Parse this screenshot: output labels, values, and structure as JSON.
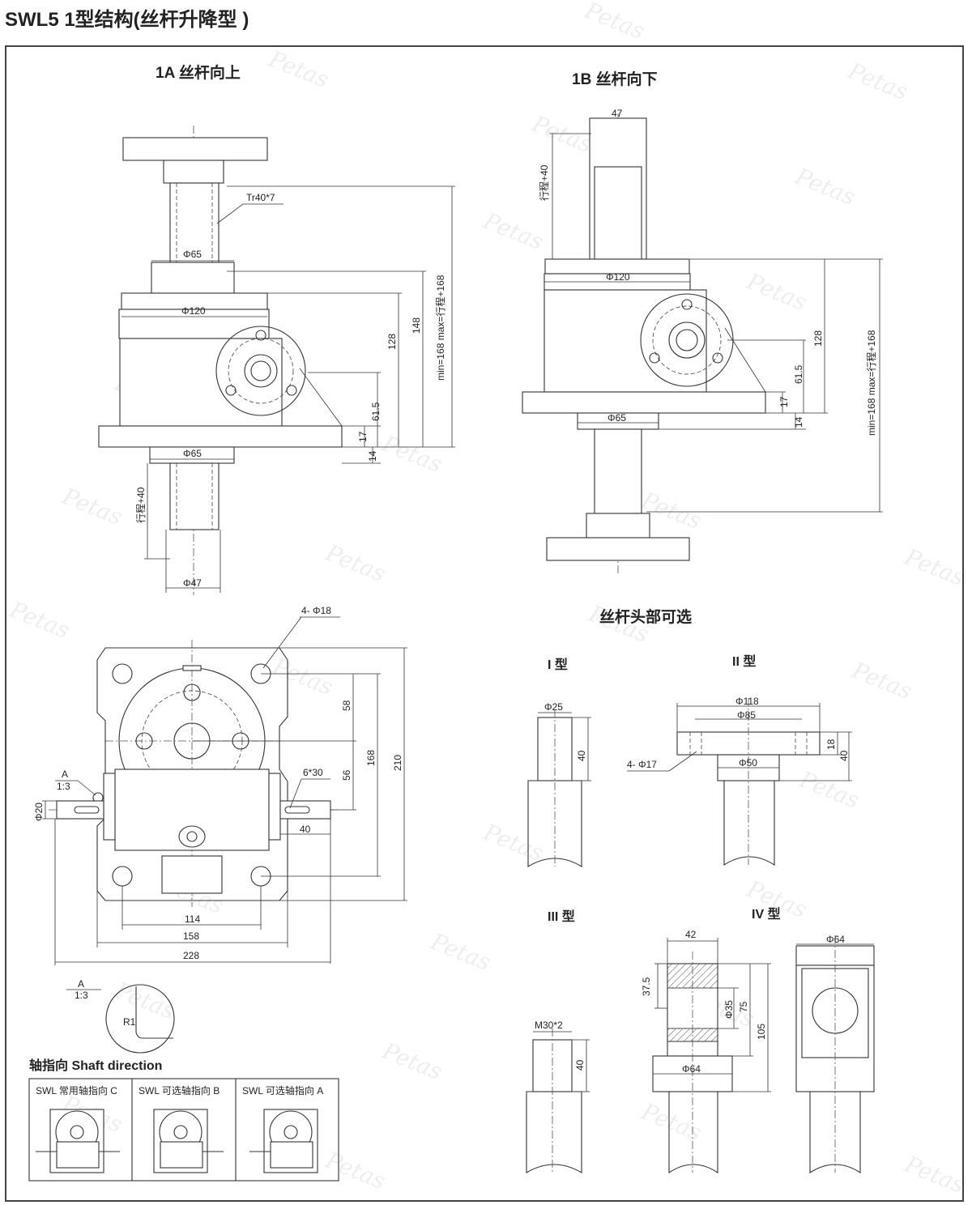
{
  "page_title": "SWL5 1型结构(丝杆升降型 )",
  "watermark": "Petas",
  "view_1a": {
    "title": "1A 丝杆向上",
    "thread": "Tr40*7",
    "d_top_collar": "Φ65",
    "d_flange": "Φ120",
    "d_bottom_collar": "Φ65",
    "d_screw": "Φ47",
    "travel": "行程+40",
    "dim_128": "128",
    "dim_148": "148",
    "dim_minmax": "min=168 max=行程+168",
    "dim_61_5": "61.5",
    "dim_17": "17",
    "dim_14": "14"
  },
  "view_1b": {
    "title": "1B 丝杆向下",
    "d_screw": "47",
    "travel": "行程+40",
    "d_flange": "Φ120",
    "d_collar": "Φ65",
    "dim_128": "128",
    "dim_61_5": "61.5",
    "dim_17": "17",
    "dim_14": "14",
    "dim_minmax": "min=168 max=行程+168"
  },
  "top_view": {
    "holes": "4- Φ18",
    "keyway": "6*30",
    "d_shaft": "Φ20",
    "detail_ref": "A",
    "detail_scale": "1:3",
    "dim_58": "58",
    "dim_56": "56",
    "dim_168": "168",
    "dim_210": "210",
    "dim_40": "40",
    "dim_114": "114",
    "dim_158": "158",
    "dim_228": "228"
  },
  "detail_a": {
    "ref": "A",
    "scale": "1:3",
    "radius": "R1"
  },
  "shaft_direction": {
    "title": "轴指向  Shaft direction",
    "options": [
      "SWL 常用轴指向 C",
      "SWL 可选轴指向 B",
      "SWL 可选轴指向 A"
    ]
  },
  "screw_heads": {
    "title": "丝杆头部可选",
    "type1": {
      "label": "I 型",
      "d": "Φ25",
      "len": "40"
    },
    "type2": {
      "label": "II 型",
      "d_outer": "Φ118",
      "d_pcd": "Φ85",
      "d_boss": "Φ50",
      "holes": "4- Φ17",
      "t": "18",
      "h": "40"
    },
    "type3": {
      "label": "III 型",
      "thread": "M30*2",
      "len": "40"
    },
    "type4": {
      "label": "IV 型",
      "w": "42",
      "h1": "37.5",
      "d_hole": "Φ35",
      "h2": "75",
      "h3": "105",
      "d_base": "Φ64",
      "d_side": "Φ64"
    }
  }
}
